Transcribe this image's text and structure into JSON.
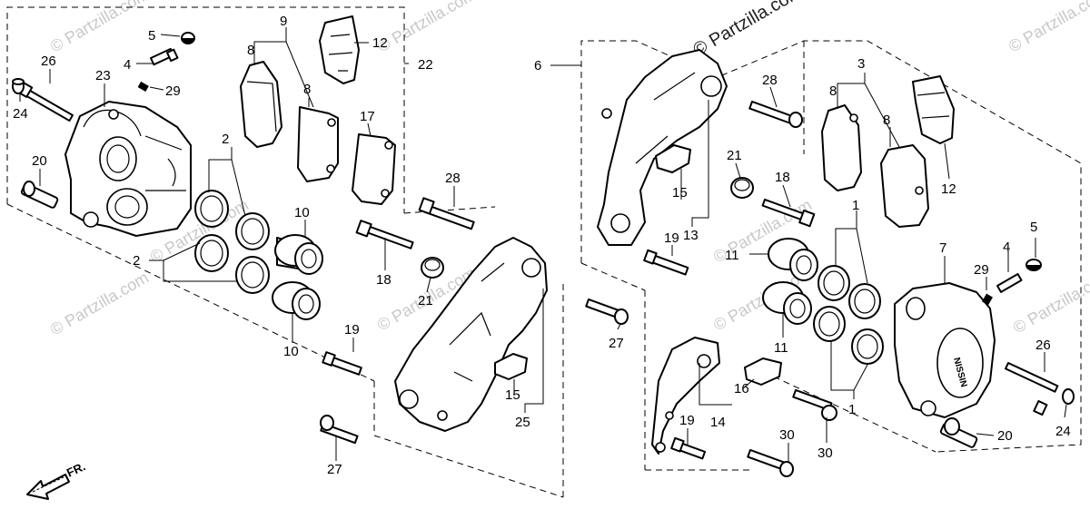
{
  "watermark": {
    "text": "© Partzilla.com",
    "main_text": "© Partzilla.com"
  },
  "direction_label": "FR.",
  "callouts": {
    "c1a": "1",
    "c1b": "1",
    "c2a": "2",
    "c2b": "2",
    "c3": "3",
    "c4a": "4",
    "c4b": "4",
    "c5a": "5",
    "c5b": "5",
    "c6": "6",
    "c7": "7",
    "c8a": "8",
    "c8b": "8",
    "c8c": "8",
    "c8d": "8",
    "c9": "9",
    "c10a": "10",
    "c10b": "10",
    "c11a": "11",
    "c11b": "11",
    "c12a": "12",
    "c12b": "12",
    "c13": "13",
    "c14": "14",
    "c15a": "15",
    "c15b": "15",
    "c16": "16",
    "c17": "17",
    "c18a": "18",
    "c18b": "18",
    "c19a": "19",
    "c19b": "19",
    "c19c": "19",
    "c20a": "20",
    "c20b": "20",
    "c21a": "21",
    "c21b": "21",
    "c22": "22",
    "c23": "23",
    "c24a": "24",
    "c24b": "24",
    "c25": "25",
    "c26a": "26",
    "c26b": "26",
    "c27a": "27",
    "c27b": "27",
    "c28a": "28",
    "c28b": "28",
    "c29a": "29",
    "c29b": "29",
    "c30a": "30",
    "c30b": "30"
  }
}
